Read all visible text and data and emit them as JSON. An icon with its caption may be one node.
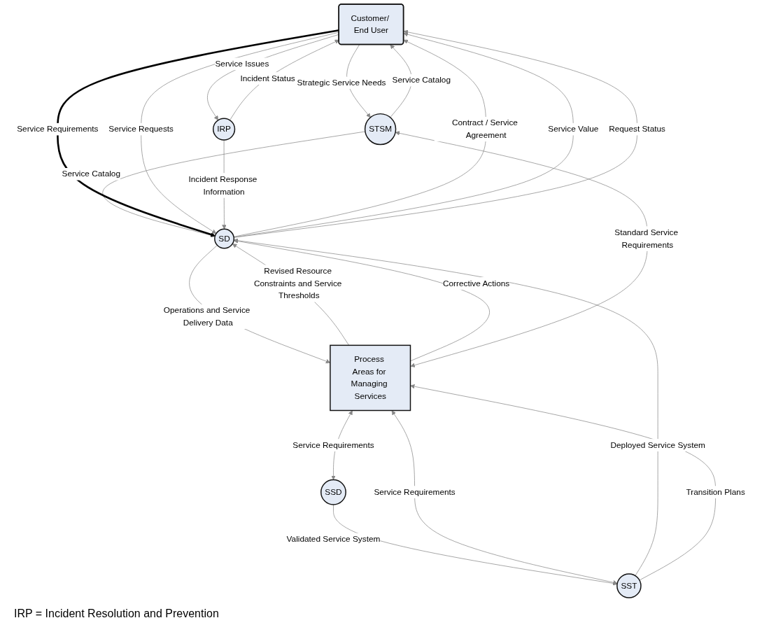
{
  "diagram": {
    "nodes": [
      {
        "text": [
          "Customer/ End User"
        ]
      },
      {
        "text": [
          "STSM"
        ]
      },
      {
        "text": [
          "IRP"
        ]
      },
      {
        "text": [
          "SD"
        ]
      },
      {
        "text": [
          "SST"
        ]
      },
      {
        "text": [
          "SSD"
        ]
      },
      {
        "text": [
          "Process Areas for Managing Services"
        ]
      }
    ],
    "edges": [
      {
        "from": 0,
        "to": 1,
        "arrow": "to",
        "label": "Strategic Service Needs"
      },
      {
        "from": 1,
        "to": 0,
        "arrow": "to",
        "label": "Service Catalog"
      },
      {
        "from": 0,
        "to": 2,
        "arrow": "to",
        "label": "Service Issues"
      },
      {
        "from": 2,
        "to": 0,
        "arrow": "to",
        "label": "Incident Status"
      },
      {
        "from": 1,
        "to": 3,
        "arrow": "to",
        "label": "Service Catalog"
      },
      {
        "from": 3,
        "to": 0,
        "arrow": "to",
        "label": "Contract / Service Agreement"
      },
      {
        "from": 0,
        "to": 3,
        "arrow": "to",
        "label": "Service Requirements",
        "style": "thick",
        "color": "#000000"
      },
      {
        "from": 3,
        "to": 0,
        "arrow": "to",
        "label": "Service Value"
      },
      {
        "from": 0,
        "to": 3,
        "arrow": "to",
        "label": "Service Requests"
      },
      {
        "from": 3,
        "to": 0,
        "arrow": "to",
        "label": "Request Status"
      },
      {
        "from": 2,
        "to": 3,
        "arrow": "to",
        "label": "Incident Response Information"
      },
      {
        "from": 4,
        "to": 3,
        "arrow": "to",
        "label": "Deployed Service System"
      },
      {
        "from": 5,
        "to": 4,
        "arrow": "to",
        "label": "Validated Service System"
      },
      {
        "from": 3,
        "to": 6,
        "arrow": "to",
        "label": "Operations and Service Delivery Data"
      },
      {
        "from": 4,
        "to": 6,
        "arrow": "to",
        "label": "Transition Plans"
      },
      {
        "from": 6,
        "to": 4,
        "arrow": "both",
        "label": "Service Requirements"
      },
      {
        "from": 6,
        "to": 3,
        "arrow": "to",
        "label": "Revised Resource Constraints and Service Thresholds"
      },
      {
        "from": 6,
        "to": 3,
        "arrow": "to",
        "label": "Corrective Actions"
      },
      {
        "from": 6,
        "to": 5,
        "arrow": "both",
        "label": "Service Requirements"
      },
      {
        "from": 6,
        "to": 1,
        "arrow": "both",
        "label": "Standard Service Requirements"
      }
    ],
    "labels": [
      "IRP = Incident Resolution and Prevention"
    ]
  }
}
